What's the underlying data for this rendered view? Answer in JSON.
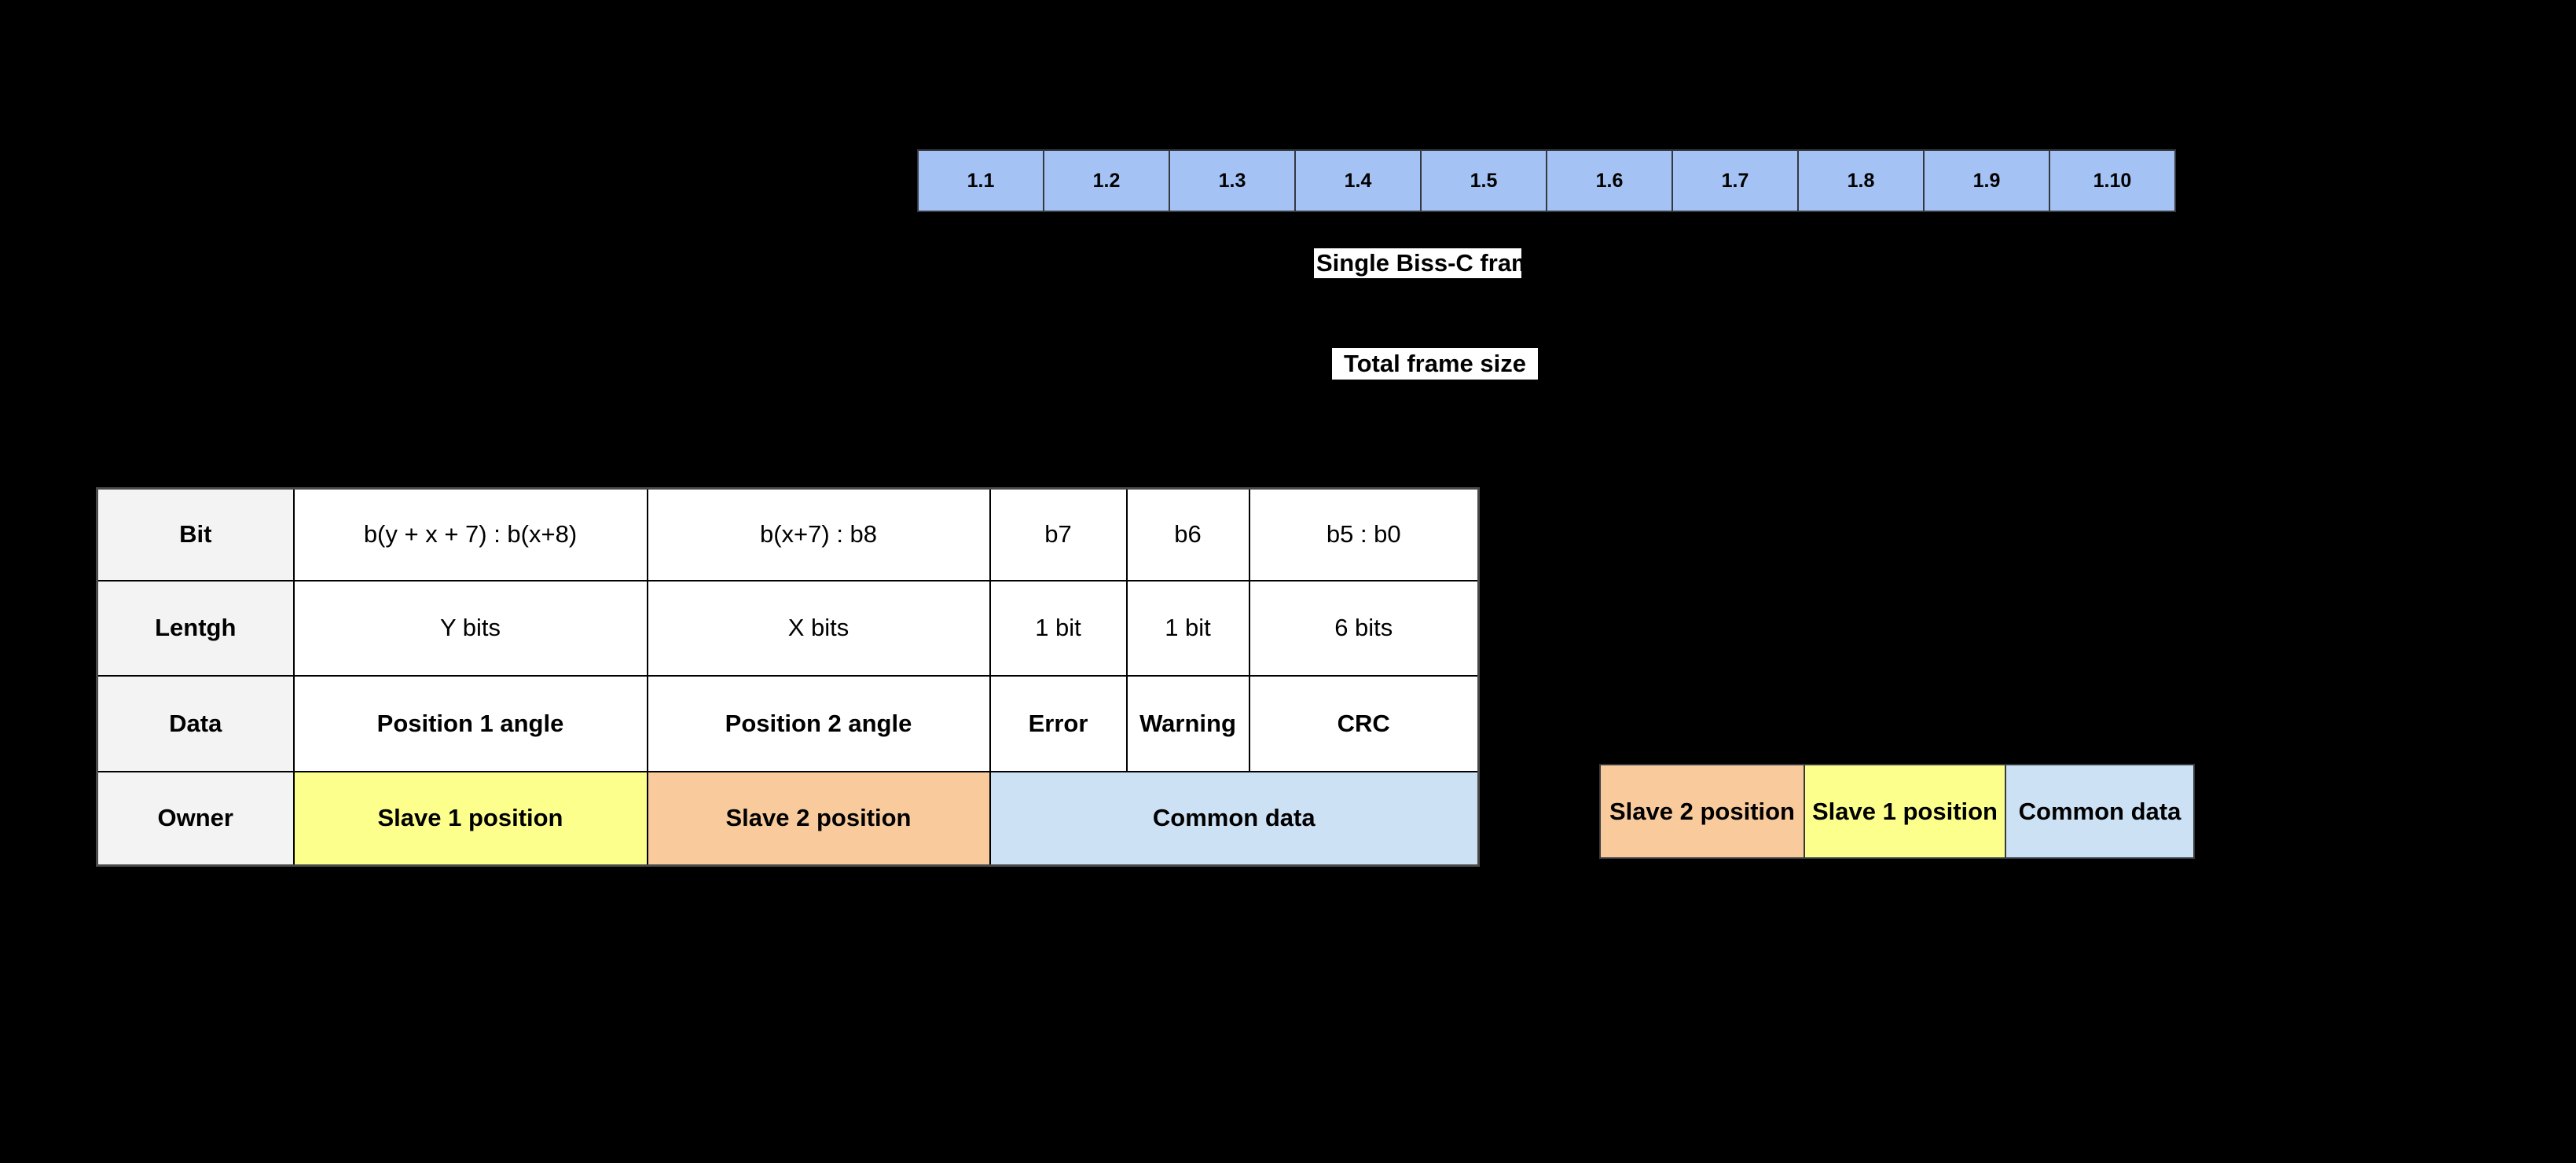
{
  "colors": {
    "canvas_bg": "#000000",
    "frame_blue": "#a4c2f4",
    "yellow": "#fdff8c",
    "orange": "#f9cb9c",
    "light_blue": "#cde1f5",
    "header_gray": "#f3f3f3",
    "label_bg": "#ffffff",
    "border_dark": "#35393f"
  },
  "frame_row": {
    "cells": [
      "1.1",
      "1.2",
      "1.3",
      "1.4",
      "1.5",
      "1.6",
      "1.7",
      "1.8",
      "1.9",
      "1.10"
    ]
  },
  "labels": {
    "single_frame": "Single Biss-C frame",
    "total_frame": "Total frame size"
  },
  "table": {
    "row_headers": [
      "Bit",
      "Lentgh",
      "Data",
      "Owner"
    ],
    "bit_row": [
      "b(y + x + 7) : b(x+8)",
      "b(x+7) : b8",
      "b7",
      "b6",
      "b5 : b0"
    ],
    "length_row": [
      "Y bits",
      "X bits",
      "1 bit",
      "1 bit",
      "6 bits"
    ],
    "data_row": [
      "Position 1 angle",
      "Position 2 angle",
      "Error",
      "Warning",
      "CRC"
    ],
    "owner_row": [
      "Slave 1 position",
      "Slave 2 position",
      "Common data"
    ]
  },
  "legend_row": {
    "cells": [
      "Slave 2 position",
      "Slave 1 position",
      "Common data"
    ]
  }
}
